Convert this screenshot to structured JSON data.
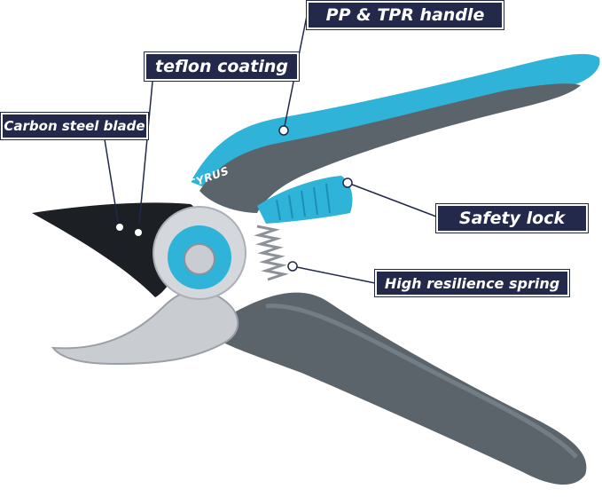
{
  "brand": "CYRUS",
  "labels": {
    "handle": "PP & TPR handle",
    "teflon": "teflon coating",
    "blade": "Carbon steel blade",
    "lock": "Safety lock",
    "spring": "High resilience spring"
  },
  "colors": {
    "callout_bg": "#22294a",
    "accent_blue": "#2fb3d8",
    "handle_gray": "#5b646b",
    "blade_dark": "#1c1f24",
    "steel": "#c9cdd2"
  }
}
